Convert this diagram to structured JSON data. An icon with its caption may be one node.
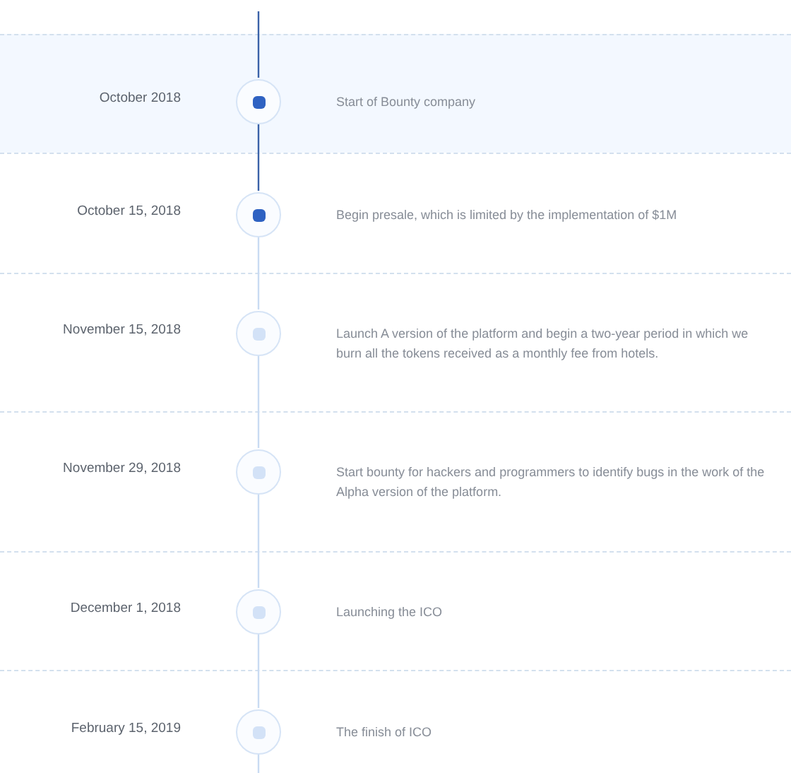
{
  "diagram": {
    "nodes": [
      {
        "text": [
          "October 2018",
          "Start of Bounty company"
        ]
      },
      {
        "text": [],
        "shape": "circle",
        "in": 0
      },
      {
        "text": [
          "October 15, 2018",
          "Begin presale, which is limited by the implementation of $1M"
        ]
      },
      {
        "text": [],
        "shape": "circle",
        "in": 2
      },
      {
        "text": [
          "November 15, 2018",
          "Launch A version of the platform and begin a two-year period in which we burn all the tokens received as a monthly fee from hotels."
        ]
      },
      {
        "text": [],
        "shape": "circle",
        "in": 4
      },
      {
        "text": [
          "November 29, 2018",
          "Start bounty for hackers and programmers to identify bugs in the work of the Alpha version of the platform."
        ]
      },
      {
        "text": [],
        "shape": "circle",
        "in": 6
      },
      {
        "text": [
          "December 1, 2018",
          "Launching the ICO"
        ]
      },
      {
        "text": [],
        "shape": "circle",
        "in": 8
      },
      {
        "text": [
          "February 15, 2019",
          "The finish of ICO"
        ]
      },
      {
        "text": [],
        "shape": "circle",
        "in": 10
      }
    ],
    "edges": [
      {
        "from": null,
        "to": 1,
        "arrow": "none",
        "color": "#3a62a8"
      },
      {
        "from": 1,
        "to": 3,
        "arrow": "none",
        "color": "#3a62a8"
      },
      {
        "from": 3,
        "to": 5,
        "arrow": "none"
      },
      {
        "from": 5,
        "to": 7,
        "arrow": "none"
      },
      {
        "from": 7,
        "to": 9,
        "arrow": "none"
      },
      {
        "from": 9,
        "to": 11,
        "arrow": "none"
      },
      {
        "from": 11,
        "to": null,
        "arrow": "none"
      }
    ]
  }
}
